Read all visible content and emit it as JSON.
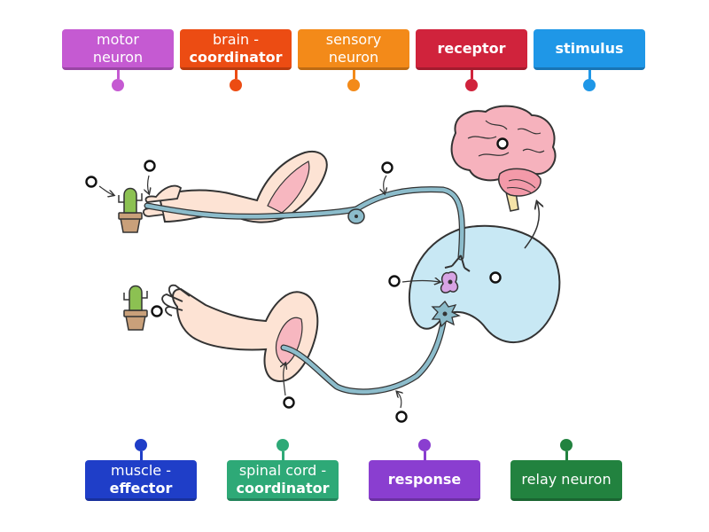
{
  "labels": [
    {
      "id": "motor-neuron",
      "line1": "motor",
      "line2": "neuron",
      "color": "#c55ad2",
      "style": "plain"
    },
    {
      "id": "brain-coordinator",
      "line1": "brain -",
      "line2": "coordinator",
      "color": "#ec4c13",
      "style": "mixed"
    },
    {
      "id": "sensory-neuron",
      "line1": "sensory",
      "line2": "neuron",
      "color": "#f38a19",
      "style": "plain"
    },
    {
      "id": "receptor",
      "line1": "receptor",
      "line2": "",
      "color": "#d0233c",
      "style": "single"
    },
    {
      "id": "stimulus",
      "line1": "stimulus",
      "line2": "",
      "color": "#1f97e7",
      "style": "single"
    },
    {
      "id": "muscle-effector",
      "line1": "muscle -",
      "line2": "effector",
      "color": "#1f3ec8",
      "style": "mixed"
    },
    {
      "id": "spinal-cord-coordinator",
      "line1": "spinal cord -",
      "line2": "coordinator",
      "color": "#2ea977",
      "style": "mixed"
    },
    {
      "id": "response",
      "line1": "response",
      "line2": "",
      "color": "#8a3ed0",
      "style": "single"
    },
    {
      "id": "relay-neuron",
      "line1": "relay neuron",
      "line2": "",
      "color": "#22823f",
      "style": "plain"
    }
  ],
  "colors": {
    "skin": "#fde3d4",
    "muscle": "#f7b7c0",
    "nerve": "#8cbccb",
    "spinal": "#c8e8f4",
    "brain": "#f6b2bd",
    "cactus": "#8cc152",
    "pot": "#c9a07a",
    "relay": "#d7a3e4",
    "outline": "#333333"
  },
  "icons": [
    "drop-target-icon"
  ]
}
